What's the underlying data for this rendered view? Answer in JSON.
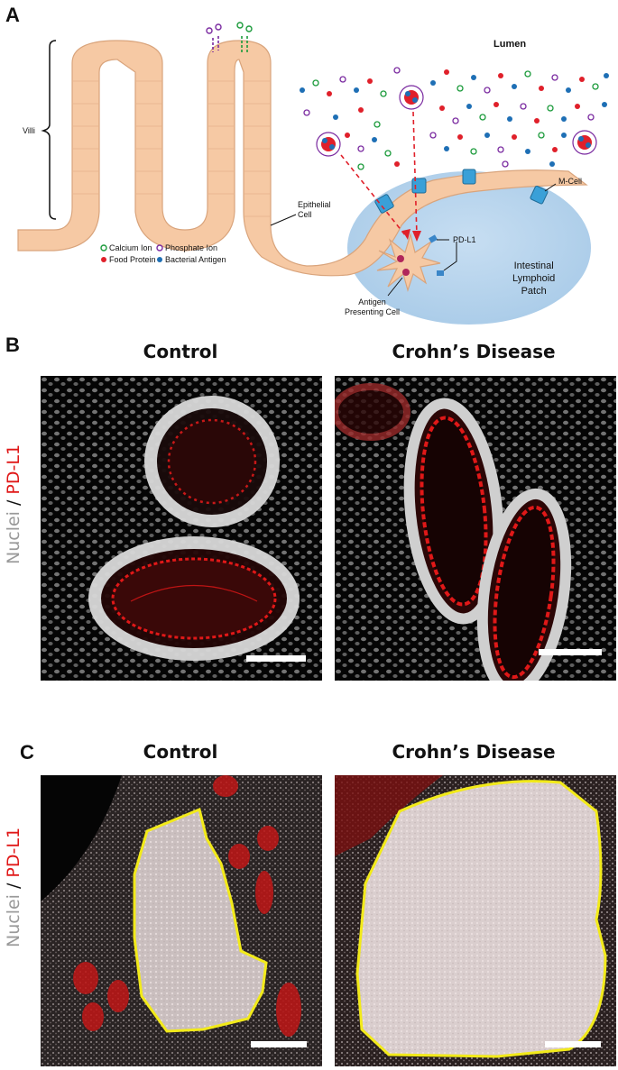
{
  "panelA": {
    "letter": "A",
    "labels": {
      "villi": "Villi",
      "lumen": "Lumen",
      "epithelial": "Epithelial",
      "cell": "Cell",
      "m_cell": "M-Cell",
      "pd_l1": "PD-L1",
      "patch_line1": "Intestinal",
      "patch_line2": "Lymphoid",
      "patch_line3": "Patch",
      "apc_line1": "Antigen",
      "apc_line2": "Presenting Cell"
    },
    "legend": [
      {
        "label": "Calcium Ion",
        "color": "#1a9a3a",
        "style": "ring"
      },
      {
        "label": "Phosphate Ion",
        "color": "#7a2aa0",
        "style": "ring"
      },
      {
        "label": "Food Protein",
        "color": "#e0202a",
        "style": "dot"
      },
      {
        "label": "Bacterial Antigen",
        "color": "#1e6fb5",
        "style": "dot"
      }
    ]
  },
  "panelB": {
    "letter": "B",
    "left_title": "Control",
    "right_title": "Crohn’s Disease",
    "ylabel_part1": "Nuclei",
    "ylabel_sep": " / ",
    "ylabel_part2": "PD-L1"
  },
  "panelC": {
    "letter": "C",
    "left_title": "Control",
    "right_title": "Crohn’s Disease",
    "ylabel_part1": "Nuclei",
    "ylabel_sep": " / ",
    "ylabel_part2": "PD-L1"
  },
  "colors": {
    "epithelium": "#f6c9a4",
    "epithelium_edge": "#d9a47c",
    "patch": "#bcd7ee",
    "m_cell": "#3aa0d8",
    "arrow": "#e0202a",
    "outline": "#f2ea1a",
    "nuclei": "#c8c8c8",
    "pdl1": "#e01818"
  }
}
